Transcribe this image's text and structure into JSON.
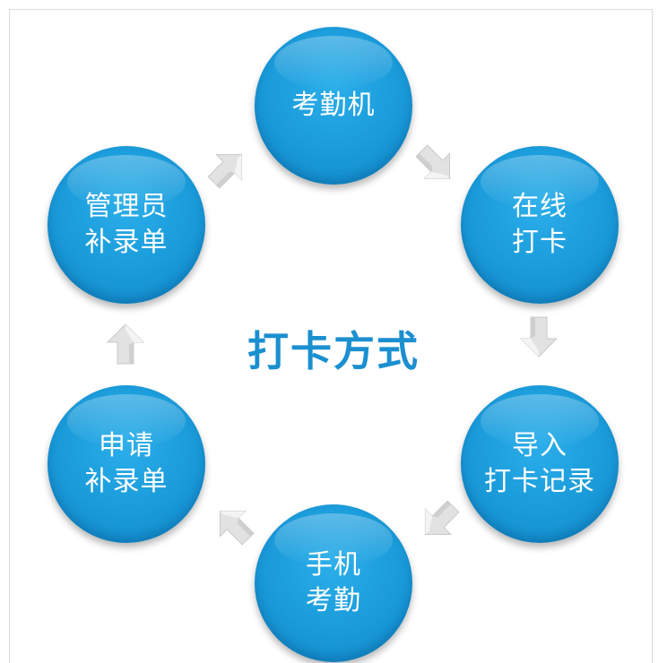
{
  "diagram": {
    "center_title": "打卡方式",
    "nodes": [
      {
        "lines": [
          "考勤机"
        ]
      },
      {
        "lines": [
          "在线",
          "打卡"
        ]
      },
      {
        "lines": [
          "导入",
          "打卡记录"
        ]
      },
      {
        "lines": [
          "手机",
          "考勤"
        ]
      },
      {
        "lines": [
          "申请",
          "补录单"
        ]
      },
      {
        "lines": [
          "管理员",
          "补录单"
        ]
      }
    ],
    "colors": {
      "node_fill": "#1a9ad9",
      "title": "#1b8fd0",
      "arrow": "#d9d9d9"
    },
    "arrow_icon": "block-arrow-icon"
  }
}
